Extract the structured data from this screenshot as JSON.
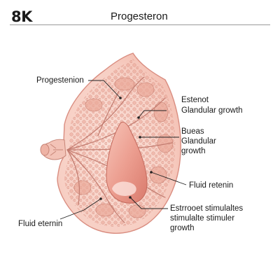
{
  "header": {
    "corner_mark": "8K",
    "title": "Progesteron"
  },
  "labels": {
    "progesterone_top": "Progestenion",
    "estrogen_line1": "Estenot",
    "estrogen_line2": "Glandular growth",
    "bueas_line1": "Bueas",
    "bueas_line2": "Glandular",
    "bueas_line3": "growth",
    "fluid_right": "Fluid retenin",
    "stimulates_line1": "Estrrooet stimulaltes",
    "stimulates_line2": "stimulalte stimuler",
    "stimulates_line3": "growth",
    "fluid_left": "Fluid eternin"
  },
  "colors": {
    "tissue_fill": "#f7cfc4",
    "tissue_outline": "#d98d80",
    "lobule_fill": "#e9a898",
    "duct_stroke": "#c27b6f",
    "cyst_fill": "#eb9c8f",
    "leader_line": "#222222"
  }
}
